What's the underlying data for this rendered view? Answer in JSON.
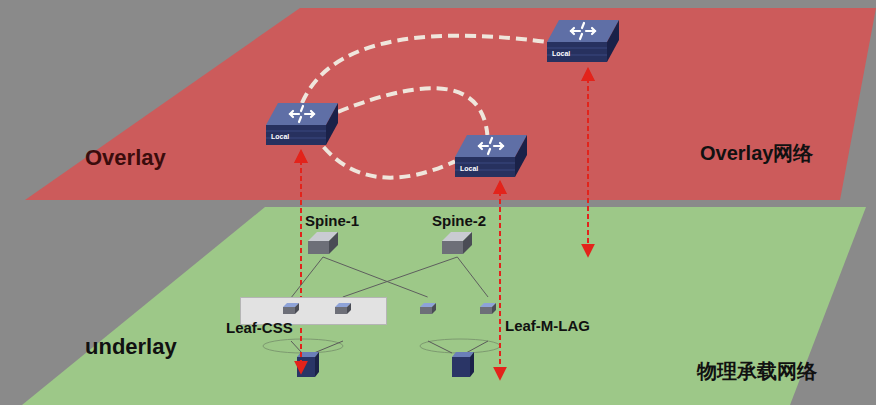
{
  "diagram": {
    "nodes": [
      {
        "text": [
          "Overlay",
          "Overlay网络"
        ]
      },
      {
        "text": [
          "Local"
        ],
        "in": 0
      },
      {
        "text": [
          "Local"
        ],
        "in": 0
      },
      {
        "text": [
          "Local"
        ],
        "in": 0
      },
      {
        "text": [
          "underlay",
          "物理承载网络"
        ]
      },
      {
        "text": [
          "Spine-1"
        ],
        "in": 4
      },
      {
        "text": [
          "Spine-2"
        ],
        "in": 4
      },
      {
        "text": [
          "Leaf-CSS"
        ],
        "in": 4
      },
      {
        "text": [
          "Leaf-M-LAG"
        ],
        "in": 4
      }
    ],
    "edges": [
      {
        "from": 1,
        "to": 3,
        "arrow": "none"
      },
      {
        "from": 1,
        "to": 2,
        "arrow": "none"
      },
      {
        "from": 1,
        "to": 2,
        "arrow": "none"
      },
      {
        "from": 5,
        "to": 7,
        "arrow": "none"
      },
      {
        "from": 5,
        "to": 8,
        "arrow": "none"
      },
      {
        "from": 6,
        "to": 7,
        "arrow": "none"
      },
      {
        "from": 6,
        "to": 8,
        "arrow": "none"
      }
    ]
  }
}
